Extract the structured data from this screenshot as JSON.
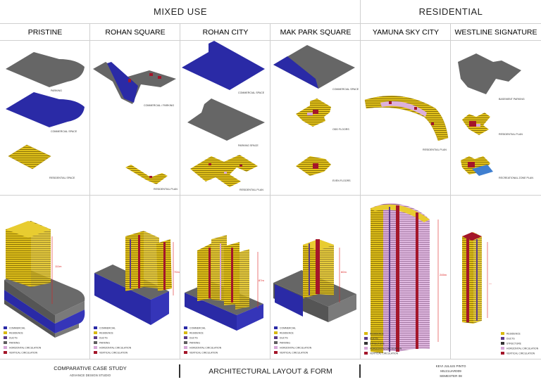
{
  "colors": {
    "commercial": "#2a2aa6",
    "residence": "#d9b90f",
    "ducts": "#5a3a8a",
    "parking": "#5f5f5f",
    "horizontal_circulation": "#d6a6d6",
    "vertical_circulation": "#a4162a",
    "recreational": "#3f7fd0"
  },
  "headers": {
    "mixed_use": "MIXED USE",
    "residential": "RESIDENTIAL"
  },
  "projects": [
    {
      "name": "PRISTINE"
    },
    {
      "name": "ROHAN SQUARE"
    },
    {
      "name": "ROHAN CITY"
    },
    {
      "name": "MAK PARK SQUARE"
    },
    {
      "name": "YAMUNA SKY CITY"
    },
    {
      "name": "WESTLINE SIGNATURE"
    }
  ],
  "layout_labels": {
    "pristine": [
      "PARKING",
      "COMMERCIAL SPACE",
      "RESIDENTIAL SPACE"
    ],
    "rohan_square": [
      "COMMERCIAL / PARKING",
      "RESIDENTIAL PLAN"
    ],
    "rohan_city": [
      "COMMERCIAL SPACE",
      "PARKING SPACE",
      "RESIDENTIAL PLAN"
    ],
    "mak_park": [
      "COMMERCIAL SPACE",
      "ODD FLOORS",
      "EVEN FLOORS"
    ],
    "yamuna": [
      "RESIDENTIAL PLAN"
    ],
    "westline": [
      "BASEMENT PARKING",
      "RESIDENTIAL PLAN",
      "RECREATIONAL ZONE PLAN"
    ]
  },
  "heights": {
    "pristine": "111m",
    "rohan_square": "70m",
    "rohan_city": "87m",
    "mak_park": "60m",
    "yamuna": "245m",
    "westline": "—"
  },
  "legend_mixed": [
    "COMMERCIAL",
    "RESIDENCE",
    "DUCTS",
    "PARKING",
    "HORIZONTAL CIRCULATION",
    "VERTICAL CIRCULATION"
  ],
  "legend_res": [
    "RESIDENCE",
    "DUCTS",
    "STRUCTURE",
    "HORIZONTAL CIRCULATION",
    "VERTICAL CIRCULATION"
  ],
  "footer": {
    "title": "COMPARATIVE CASE STUDY",
    "subtitle": "ADVANCE DESIGN STUDIO",
    "center": "ARCHITECTURAL LAYOUT & FORM",
    "author": "KEVI JULIUS PINTO",
    "roll": "MU21UAR009",
    "semester": "SEMESTER 08"
  }
}
